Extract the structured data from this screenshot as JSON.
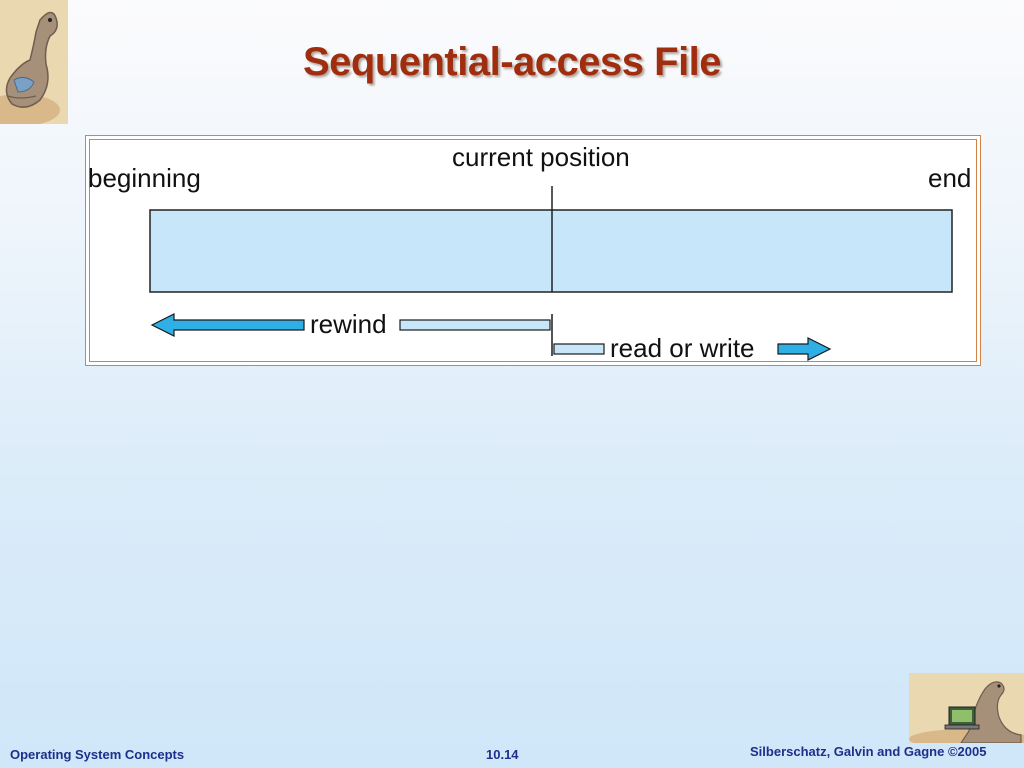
{
  "slide": {
    "title": "Sequential-access File"
  },
  "diagram": {
    "labels": {
      "beginning": "beginning",
      "current_position": "current position",
      "end": "end",
      "rewind": "rewind",
      "read_or_write": "read or write"
    },
    "colors": {
      "file_fill": "#c8e6fa",
      "arrow_fill": "#2eb0e6",
      "frame_border": "#d2834a"
    }
  },
  "footer": {
    "left": "Operating System Concepts",
    "center": "10.14",
    "right": "Silberschatz, Galvin and Gagne ©2005"
  },
  "icons": {
    "top_logo": "dinosaur-logo-icon",
    "bottom_logo": "dinosaur-computer-icon"
  }
}
